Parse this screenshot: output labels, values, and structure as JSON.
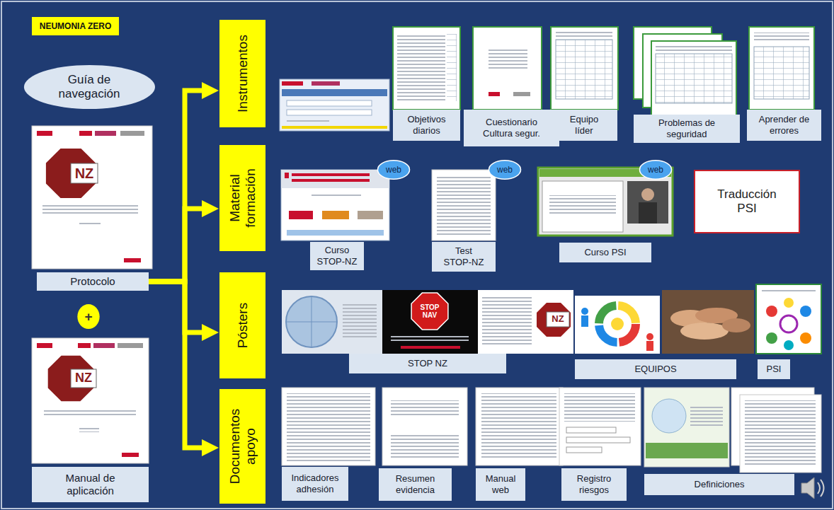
{
  "diagram": {
    "nodes": [
      {
        "text": [
          "NEUMONIA ZERO"
        ]
      },
      {
        "text": [
          "Guía de navegación"
        ]
      },
      {
        "text": [
          "Protocolo"
        ]
      },
      {
        "text": [
          "+"
        ]
      },
      {
        "text": [
          "Manual de aplicación"
        ]
      },
      {
        "text": [
          "Instrumentos"
        ]
      },
      {
        "text": [
          "Objetivos diarios"
        ]
      },
      {
        "text": [
          "Cuestionario Cultura segur."
        ]
      },
      {
        "text": [
          "Equipo líder"
        ]
      },
      {
        "text": [
          "Problemas de seguridad"
        ]
      },
      {
        "text": [
          "Aprender de errores"
        ]
      },
      {
        "text": [
          "Material formación"
        ]
      },
      {
        "text": [
          "web"
        ]
      },
      {
        "text": [
          "Curso STOP-NZ"
        ]
      },
      {
        "text": [
          "web"
        ]
      },
      {
        "text": [
          "Test STOP-NZ"
        ]
      },
      {
        "text": [
          "web"
        ]
      },
      {
        "text": [
          "Curso PSI"
        ]
      },
      {
        "text": [
          "Traducción PSI"
        ]
      },
      {
        "text": [
          "Pósters"
        ]
      },
      {
        "text": [
          "STOP NZ"
        ]
      },
      {
        "text": [
          "EQUIPOS"
        ]
      },
      {
        "text": [
          "PSI"
        ]
      },
      {
        "text": [
          "Documentos apoyo"
        ]
      },
      {
        "text": [
          "Indicadores adhesión"
        ]
      },
      {
        "text": [
          "Resumen evidencia"
        ]
      },
      {
        "text": [
          "Manual web"
        ]
      },
      {
        "text": [
          "Registro riesgos"
        ]
      },
      {
        "text": [
          "Definiciones"
        ]
      }
    ],
    "edges": [
      {
        "from": 2,
        "to": 5,
        "arrow": "to"
      },
      {
        "from": 2,
        "to": 11,
        "arrow": "to"
      },
      {
        "from": 2,
        "to": 19,
        "arrow": "to"
      },
      {
        "from": 2,
        "to": 23,
        "arrow": "to"
      }
    ],
    "labels": [
      "NZ",
      "NZ",
      "STOP NAV",
      "NZ"
    ]
  }
}
